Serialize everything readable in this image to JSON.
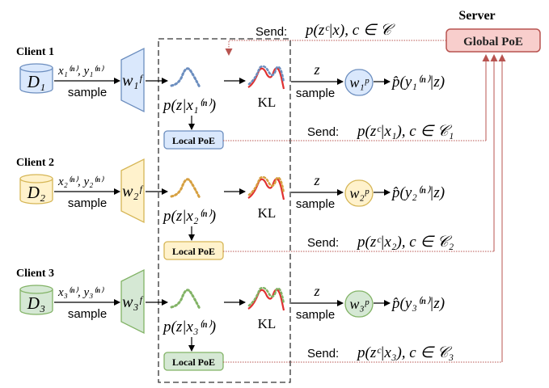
{
  "server": {
    "title": "Server",
    "global_poe_label": "Global PoE",
    "send_label": "Send:",
    "send_formula": "p(zᶜ|x), c ∈ 𝒞"
  },
  "clients": [
    {
      "title": "Client 1",
      "dataset": "D₁",
      "samples": "x₁⁽ⁿ⁾, y₁⁽ⁿ⁾",
      "sample_label": "sample",
      "encoder": "w₁ᶠ",
      "posterior": "p(z|x₁⁽ⁿ⁾)",
      "local_poe": "Local PoE",
      "kl": "KL",
      "z": "z",
      "z_sample": "sample",
      "predictor": "w₁ᵖ",
      "prediction": "p̂(y₁⁽ⁿ⁾|z)",
      "send_label": "Send:",
      "send_formula": "p(zᶜ|x₁), c ∈ 𝒞₁",
      "color_fill": "#dae8fc",
      "color_stroke": "#6c8ebf",
      "dot_color": "#6c8ebf"
    },
    {
      "title": "Client 2",
      "dataset": "D₂",
      "samples": "x₂⁽ⁿ⁾, y₂⁽ⁿ⁾",
      "sample_label": "sample",
      "encoder": "w₂ᶠ",
      "posterior": "p(z|x₂⁽ⁿ⁾)",
      "local_poe": "Local PoE",
      "kl": "KL",
      "z": "z",
      "z_sample": "sample",
      "predictor": "w₂ᵖ",
      "prediction": "p̂(y₂⁽ⁿ⁾|z)",
      "send_label": "Send:",
      "send_formula": "p(zᶜ|x₂), c ∈ 𝒞₂",
      "color_fill": "#fff2cc",
      "color_stroke": "#d6b656",
      "dot_color": "#d6a041"
    },
    {
      "title": "Client 3",
      "dataset": "D₃",
      "samples": "x₃⁽ⁿ⁾, y₃⁽ⁿ⁾",
      "sample_label": "sample",
      "encoder": "w₃ᶠ",
      "posterior": "p(z|x₃⁽ⁿ⁾)",
      "local_poe": "Local PoE",
      "kl": "KL",
      "z": "z",
      "z_sample": "sample",
      "predictor": "w₃ᵖ",
      "prediction": "p̂(y₃⁽ⁿ⁾|z)",
      "send_label": "Send:",
      "send_formula": "p(zᶜ|x₃), c ∈ 𝒞₃",
      "color_fill": "#d5e8d4",
      "color_stroke": "#82b366",
      "dot_color": "#82b366"
    }
  ],
  "colors": {
    "server_fill": "#f8cecc",
    "server_stroke": "#b85450",
    "link_line": "#b85450",
    "kl_red": "#e03030",
    "dash_box": "#333333"
  }
}
